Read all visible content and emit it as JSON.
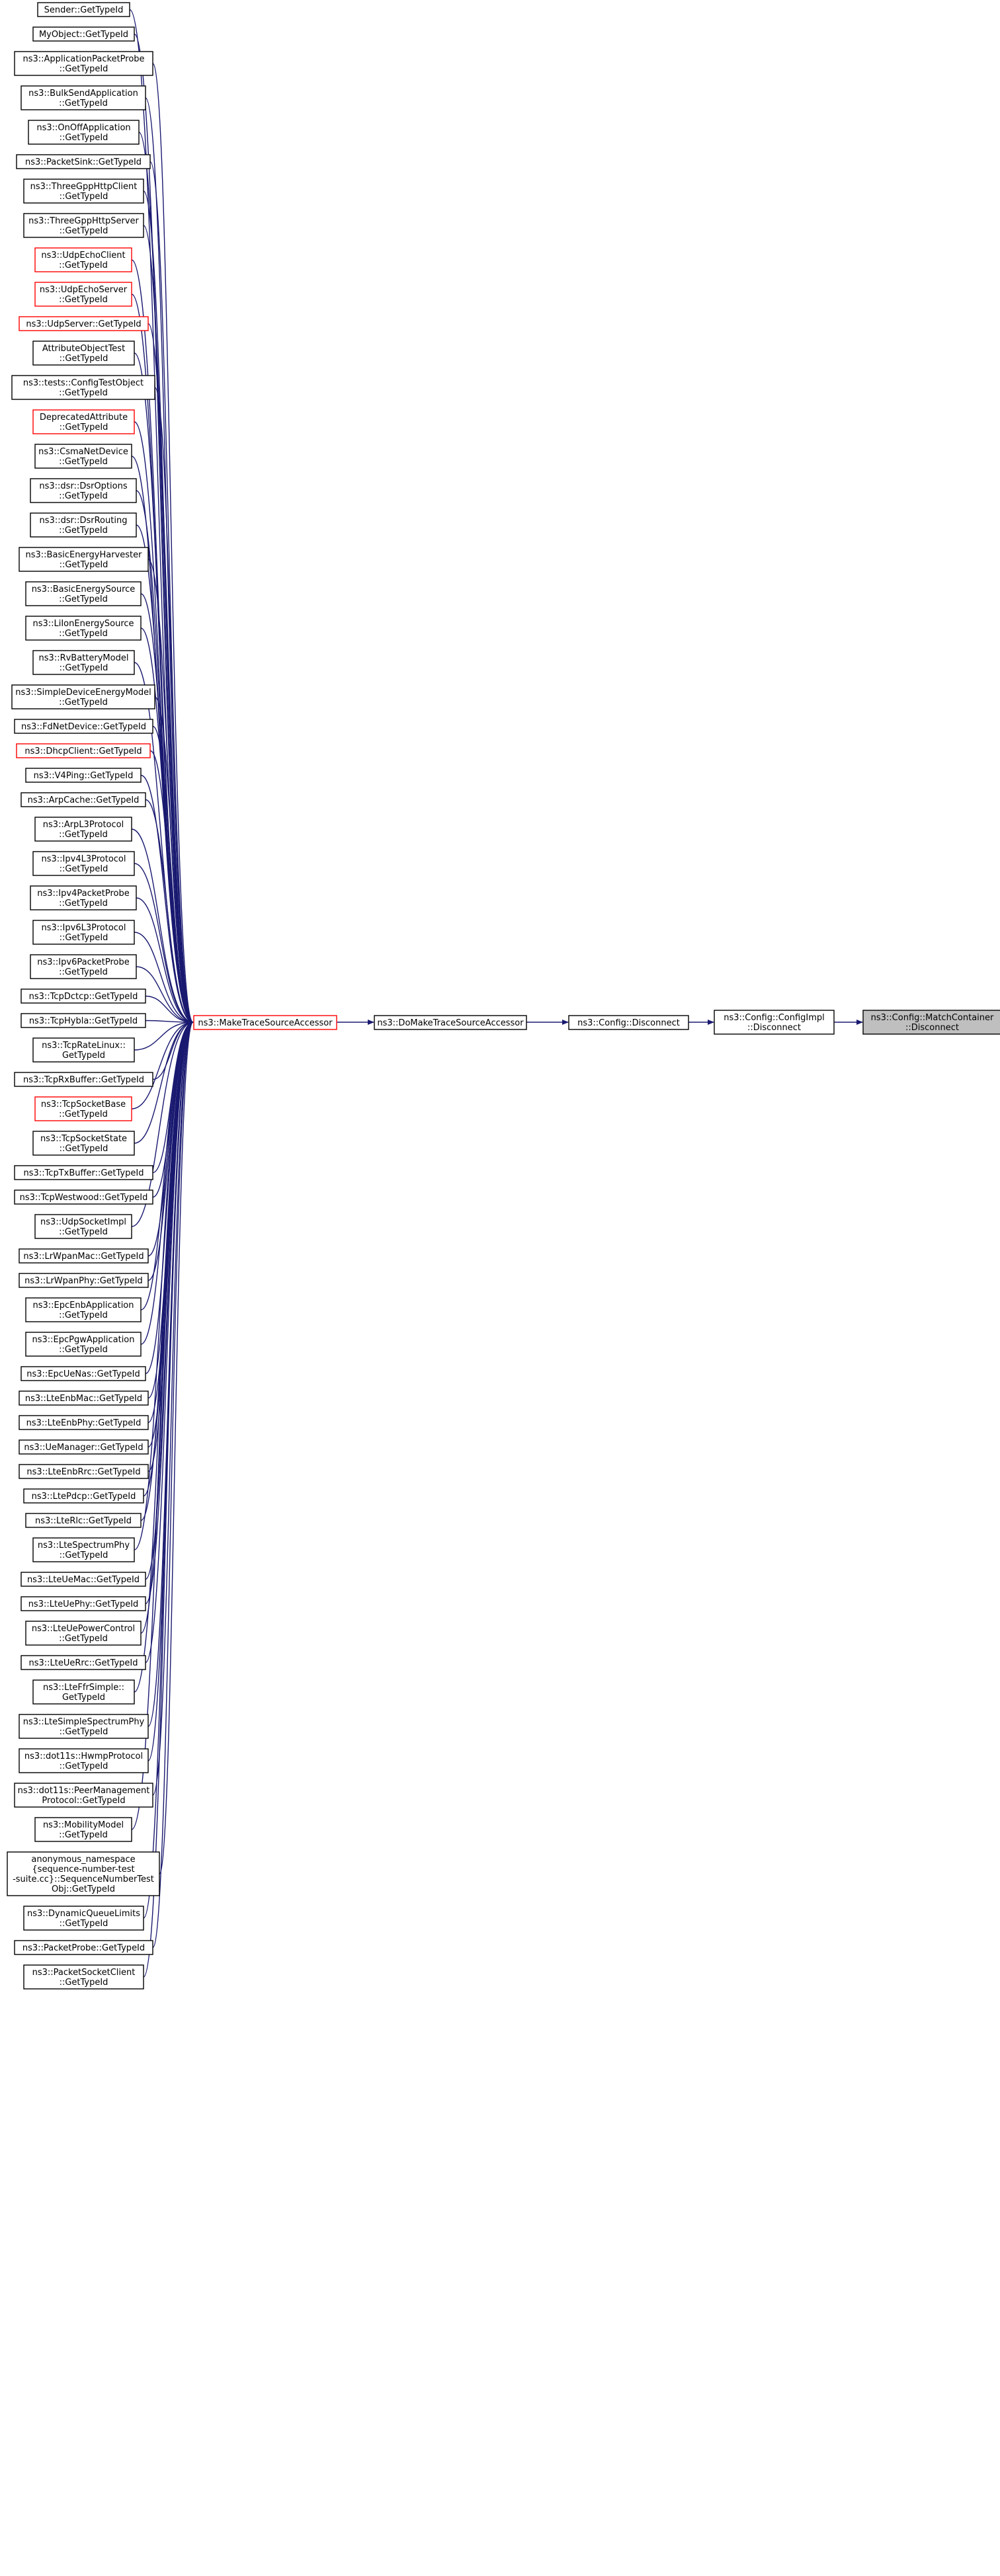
{
  "diagram": {
    "edge_color": "#191970",
    "highlight_border_color": "#ff0000",
    "root_fill_color": "#bfbfbf",
    "leaves": [
      {
        "id": "sender",
        "lines": [
          "Sender::GetTypeId"
        ]
      },
      {
        "id": "myobject",
        "lines": [
          "MyObject::GetTypeId"
        ]
      },
      {
        "id": "app-packet-probe",
        "lines": [
          "ns3::ApplicationPacketProbe",
          "::GetTypeId"
        ]
      },
      {
        "id": "bulk-send",
        "lines": [
          "ns3::BulkSendApplication",
          "::GetTypeId"
        ]
      },
      {
        "id": "onoff",
        "lines": [
          "ns3::OnOffApplication",
          "::GetTypeId"
        ]
      },
      {
        "id": "packet-sink",
        "lines": [
          "ns3::PacketSink::GetTypeId"
        ]
      },
      {
        "id": "3gpp-client",
        "lines": [
          "ns3::ThreeGppHttpClient",
          "::GetTypeId"
        ]
      },
      {
        "id": "3gpp-server",
        "lines": [
          "ns3::ThreeGppHttpServer",
          "::GetTypeId"
        ]
      },
      {
        "id": "udp-echo-client",
        "lines": [
          "ns3::UdpEchoClient",
          "::GetTypeId"
        ],
        "red": true
      },
      {
        "id": "udp-echo-server",
        "lines": [
          "ns3::UdpEchoServer",
          "::GetTypeId"
        ],
        "red": true
      },
      {
        "id": "udp-server",
        "lines": [
          "ns3::UdpServer::GetTypeId"
        ],
        "red": true
      },
      {
        "id": "attr-object-test",
        "lines": [
          "AttributeObjectTest",
          "::GetTypeId"
        ]
      },
      {
        "id": "config-test-object",
        "lines": [
          "ns3::tests::ConfigTestObject",
          "::GetTypeId"
        ]
      },
      {
        "id": "deprecated-attribute",
        "lines": [
          "DeprecatedAttribute",
          "::GetTypeId"
        ],
        "red": true
      },
      {
        "id": "csma-net-device",
        "lines": [
          "ns3::CsmaNetDevice",
          "::GetTypeId"
        ]
      },
      {
        "id": "dsr-options",
        "lines": [
          "ns3::dsr::DsrOptions",
          "::GetTypeId"
        ]
      },
      {
        "id": "dsr-routing",
        "lines": [
          "ns3::dsr::DsrRouting",
          "::GetTypeId"
        ]
      },
      {
        "id": "basic-energy-harvester",
        "lines": [
          "ns3::BasicEnergyHarvester",
          "::GetTypeId"
        ]
      },
      {
        "id": "basic-energy-source",
        "lines": [
          "ns3::BasicEnergySource",
          "::GetTypeId"
        ]
      },
      {
        "id": "liion-energy-source",
        "lines": [
          "ns3::LiIonEnergySource",
          "::GetTypeId"
        ]
      },
      {
        "id": "rv-battery-model",
        "lines": [
          "ns3::RvBatteryModel",
          "::GetTypeId"
        ]
      },
      {
        "id": "simple-device-energy",
        "lines": [
          "ns3::SimpleDeviceEnergyModel",
          "::GetTypeId"
        ]
      },
      {
        "id": "fd-net-device",
        "lines": [
          "ns3::FdNetDevice::GetTypeId"
        ]
      },
      {
        "id": "dhcp-client",
        "lines": [
          "ns3::DhcpClient::GetTypeId"
        ],
        "red": true
      },
      {
        "id": "v4ping",
        "lines": [
          "ns3::V4Ping::GetTypeId"
        ]
      },
      {
        "id": "arp-cache",
        "lines": [
          "ns3::ArpCache::GetTypeId"
        ]
      },
      {
        "id": "arp-l3",
        "lines": [
          "ns3::ArpL3Protocol",
          "::GetTypeId"
        ]
      },
      {
        "id": "ipv4-l3",
        "lines": [
          "ns3::Ipv4L3Protocol",
          "::GetTypeId"
        ]
      },
      {
        "id": "ipv4-packet-probe",
        "lines": [
          "ns3::Ipv4PacketProbe",
          "::GetTypeId"
        ]
      },
      {
        "id": "ipv6-l3",
        "lines": [
          "ns3::Ipv6L3Protocol",
          "::GetTypeId"
        ]
      },
      {
        "id": "ipv6-packet-probe",
        "lines": [
          "ns3::Ipv6PacketProbe",
          "::GetTypeId"
        ]
      },
      {
        "id": "tcp-dctcp",
        "lines": [
          "ns3::TcpDctcp::GetTypeId"
        ]
      },
      {
        "id": "tcp-hybla",
        "lines": [
          "ns3::TcpHybla::GetTypeId"
        ]
      },
      {
        "id": "tcp-rate-linux",
        "lines": [
          "ns3::TcpRateLinux::",
          "GetTypeId"
        ]
      },
      {
        "id": "tcp-rx-buffer",
        "lines": [
          "ns3::TcpRxBuffer::GetTypeId"
        ]
      },
      {
        "id": "tcp-socket-base",
        "lines": [
          "ns3::TcpSocketBase",
          "::GetTypeId"
        ],
        "red": true
      },
      {
        "id": "tcp-socket-state",
        "lines": [
          "ns3::TcpSocketState",
          "::GetTypeId"
        ]
      },
      {
        "id": "tcp-tx-buffer",
        "lines": [
          "ns3::TcpTxBuffer::GetTypeId"
        ]
      },
      {
        "id": "tcp-westwood",
        "lines": [
          "ns3::TcpWestwood::GetTypeId"
        ]
      },
      {
        "id": "udp-socket-impl",
        "lines": [
          "ns3::UdpSocketImpl",
          "::GetTypeId"
        ]
      },
      {
        "id": "lrwpan-mac",
        "lines": [
          "ns3::LrWpanMac::GetTypeId"
        ]
      },
      {
        "id": "lrwpan-phy",
        "lines": [
          "ns3::LrWpanPhy::GetTypeId"
        ]
      },
      {
        "id": "epc-enb-app",
        "lines": [
          "ns3::EpcEnbApplication",
          "::GetTypeId"
        ]
      },
      {
        "id": "epc-pgw-app",
        "lines": [
          "ns3::EpcPgwApplication",
          "::GetTypeId"
        ]
      },
      {
        "id": "epc-ue-nas",
        "lines": [
          "ns3::EpcUeNas::GetTypeId"
        ]
      },
      {
        "id": "lte-enb-mac",
        "lines": [
          "ns3::LteEnbMac::GetTypeId"
        ]
      },
      {
        "id": "lte-enb-phy",
        "lines": [
          "ns3::LteEnbPhy::GetTypeId"
        ]
      },
      {
        "id": "ue-manager",
        "lines": [
          "ns3::UeManager::GetTypeId"
        ]
      },
      {
        "id": "lte-enb-rrc",
        "lines": [
          "ns3::LteEnbRrc::GetTypeId"
        ]
      },
      {
        "id": "lte-pdcp",
        "lines": [
          "ns3::LtePdcp::GetTypeId"
        ]
      },
      {
        "id": "lte-rlc",
        "lines": [
          "ns3::LteRlc::GetTypeId"
        ]
      },
      {
        "id": "lte-spectrum-phy",
        "lines": [
          "ns3::LteSpectrumPhy",
          "::GetTypeId"
        ]
      },
      {
        "id": "lte-ue-mac",
        "lines": [
          "ns3::LteUeMac::GetTypeId"
        ]
      },
      {
        "id": "lte-ue-phy",
        "lines": [
          "ns3::LteUePhy::GetTypeId"
        ]
      },
      {
        "id": "lte-ue-power-control",
        "lines": [
          "ns3::LteUePowerControl",
          "::GetTypeId"
        ]
      },
      {
        "id": "lte-ue-rrc",
        "lines": [
          "ns3::LteUeRrc::GetTypeId"
        ]
      },
      {
        "id": "lte-ffr-simple",
        "lines": [
          "ns3::LteFfrSimple::",
          "GetTypeId"
        ]
      },
      {
        "id": "lte-simple-spectrum-phy",
        "lines": [
          "ns3::LteSimpleSpectrumPhy",
          "::GetTypeId"
        ]
      },
      {
        "id": "hwmp-protocol",
        "lines": [
          "ns3::dot11s::HwmpProtocol",
          "::GetTypeId"
        ]
      },
      {
        "id": "peer-management",
        "lines": [
          "ns3::dot11s::PeerManagement",
          "Protocol::GetTypeId"
        ]
      },
      {
        "id": "mobility-model",
        "lines": [
          "ns3::MobilityModel",
          "::GetTypeId"
        ]
      },
      {
        "id": "anon-sequence-number",
        "lines": [
          "anonymous_namespace",
          "{sequence-number-test",
          "-suite.cc}::SequenceNumberTest",
          "Obj::GetTypeId"
        ]
      },
      {
        "id": "dynamic-queue-limits",
        "lines": [
          "ns3::DynamicQueueLimits",
          "::GetTypeId"
        ]
      },
      {
        "id": "packet-probe",
        "lines": [
          "ns3::PacketProbe::GetTypeId"
        ]
      },
      {
        "id": "packet-socket-client",
        "lines": [
          "ns3::PacketSocketClient",
          "::GetTypeId"
        ]
      }
    ],
    "chain": [
      {
        "id": "make-trace-source-accessor",
        "lines": [
          "ns3::MakeTraceSourceAccessor"
        ],
        "red": true
      },
      {
        "id": "do-make-trace-source-accessor",
        "lines": [
          "ns3::DoMakeTraceSourceAccessor"
        ]
      },
      {
        "id": "config-disconnect",
        "lines": [
          "ns3::Config::Disconnect"
        ]
      },
      {
        "id": "configimpl-disconnect",
        "lines": [
          "ns3::Config::ConfigImpl",
          "::Disconnect"
        ]
      },
      {
        "id": "match-container-disconnect",
        "lines": [
          "ns3::Config::MatchContainer",
          "::Disconnect"
        ],
        "root": true
      }
    ]
  }
}
